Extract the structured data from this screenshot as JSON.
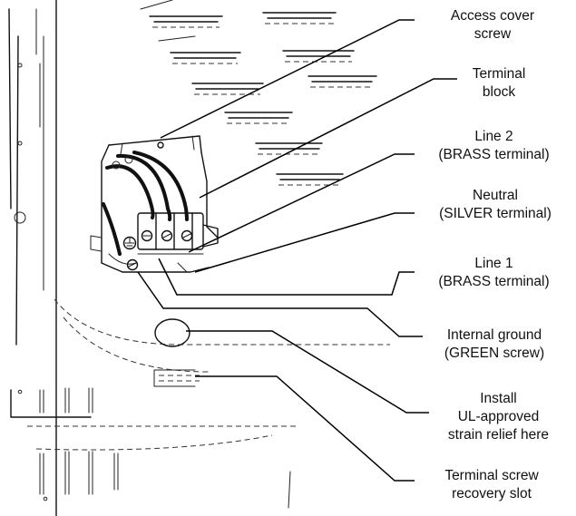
{
  "callouts": [
    {
      "id": "access-cover-screw",
      "lines": [
        "Access cover",
        "screw"
      ]
    },
    {
      "id": "terminal-block",
      "lines": [
        "Terminal",
        "block"
      ]
    },
    {
      "id": "line-2",
      "lines": [
        "Line 2",
        "(BRASS terminal)"
      ]
    },
    {
      "id": "neutral",
      "lines": [
        "Neutral",
        "(SILVER terminal)"
      ]
    },
    {
      "id": "line-1",
      "lines": [
        "Line 1",
        "(BRASS terminal)"
      ]
    },
    {
      "id": "internal-ground",
      "lines": [
        "Internal ground",
        "(GREEN screw)"
      ]
    },
    {
      "id": "strain-relief",
      "lines": [
        "Install",
        "UL-approved",
        "strain relief here"
      ]
    },
    {
      "id": "recovery-slot",
      "lines": [
        "Terminal screw",
        "recovery slot"
      ]
    }
  ]
}
